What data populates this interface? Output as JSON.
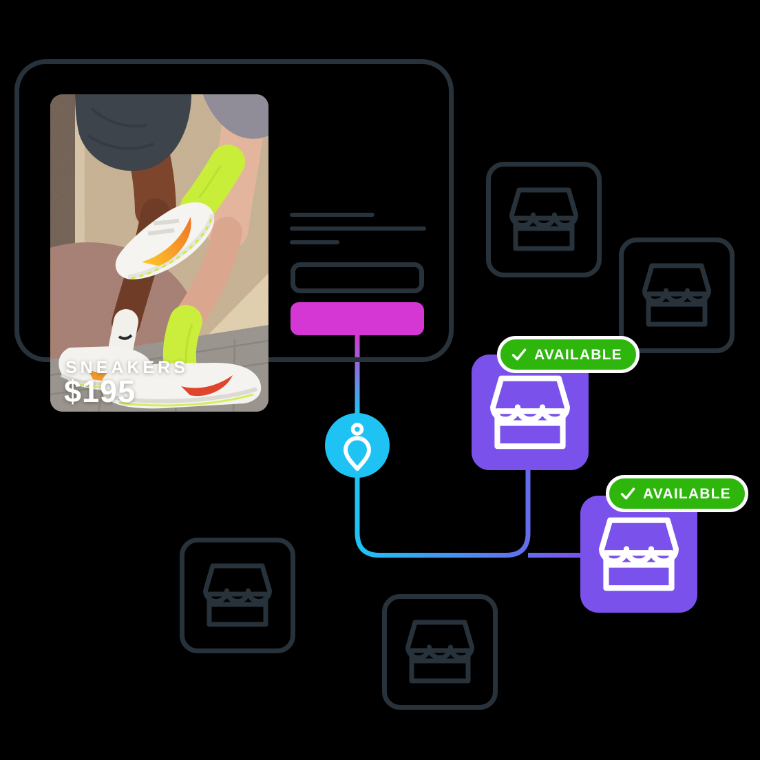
{
  "colors": {
    "bg": "#000000",
    "outline": "#28323a",
    "magenta": "#d437d3",
    "cyan": "#1ec3f4",
    "purple": "#7b51ec",
    "green": "#2eb60c"
  },
  "product_card": {
    "photo_subject": "running sneakers on two runners' feet",
    "label": "SNEAKERS",
    "price": "$195"
  },
  "pin": {
    "icon": "location-pin-icon"
  },
  "stores": {
    "icon": "storefront-icon",
    "available": [
      {
        "badge_label": "AVAILABLE",
        "badge_icon": "check-icon"
      },
      {
        "badge_label": "AVAILABLE",
        "badge_icon": "check-icon"
      }
    ],
    "unavailable_count": 4
  }
}
